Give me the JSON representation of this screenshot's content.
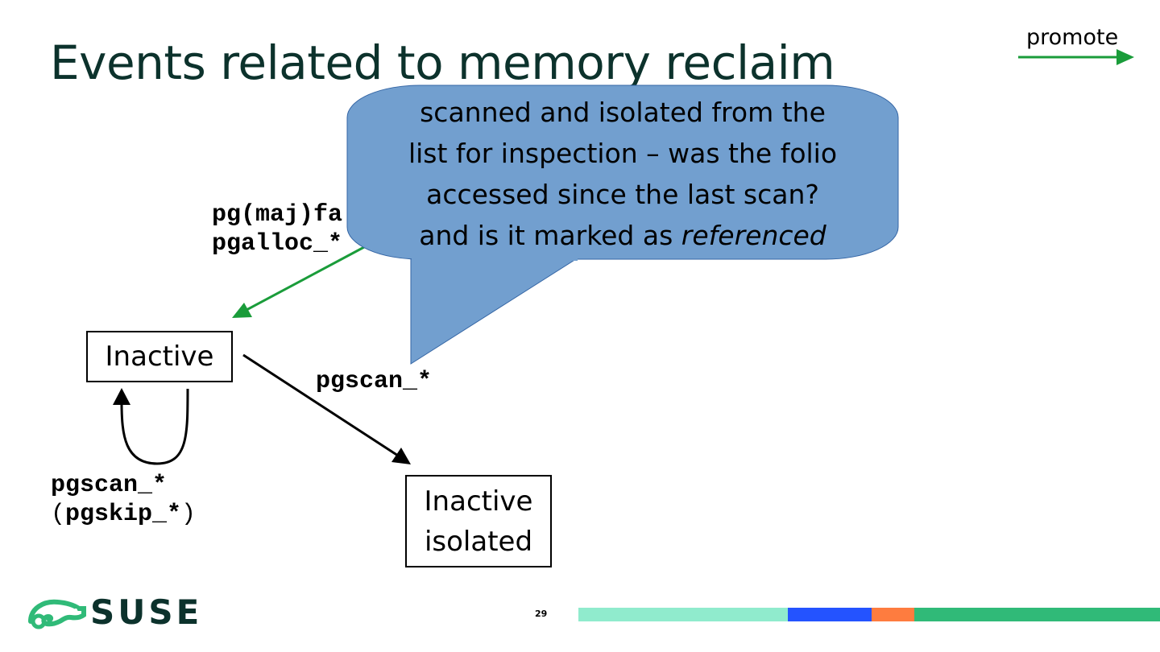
{
  "slide": {
    "title": "Events related to memory reclaim",
    "page_number": "29"
  },
  "legend": {
    "label": "promote",
    "color": "#1a9c3a"
  },
  "labels": {
    "fault_line1": "pg(maj)fa",
    "fault_line2": "pgalloc_*",
    "scan": "pgscan_*",
    "loop_line1": "pgscan_*",
    "loop_line2_open": "(",
    "loop_line2_mid": "pgskip_*",
    "loop_line2_close": ")"
  },
  "nodes": {
    "inactive": "Inactive",
    "isolated_line1": "Inactive",
    "isolated_line2": "isolated"
  },
  "callout": {
    "line1": "scanned and isolated from the",
    "line2": "list for inspection – was the folio",
    "line3": "accessed since the last scan?",
    "line4_plain": "and is it marked as ",
    "line4_italic": "referenced",
    "fill": "#729fcf",
    "stroke": "#3465a4"
  },
  "logo": {
    "text": "SUSE",
    "icon": "chameleon-icon",
    "color": "#30ba78"
  },
  "footer_bar": {
    "colors": [
      "#90ebcd",
      "#2453ff",
      "#fe7c3f",
      "#30ba78"
    ]
  }
}
